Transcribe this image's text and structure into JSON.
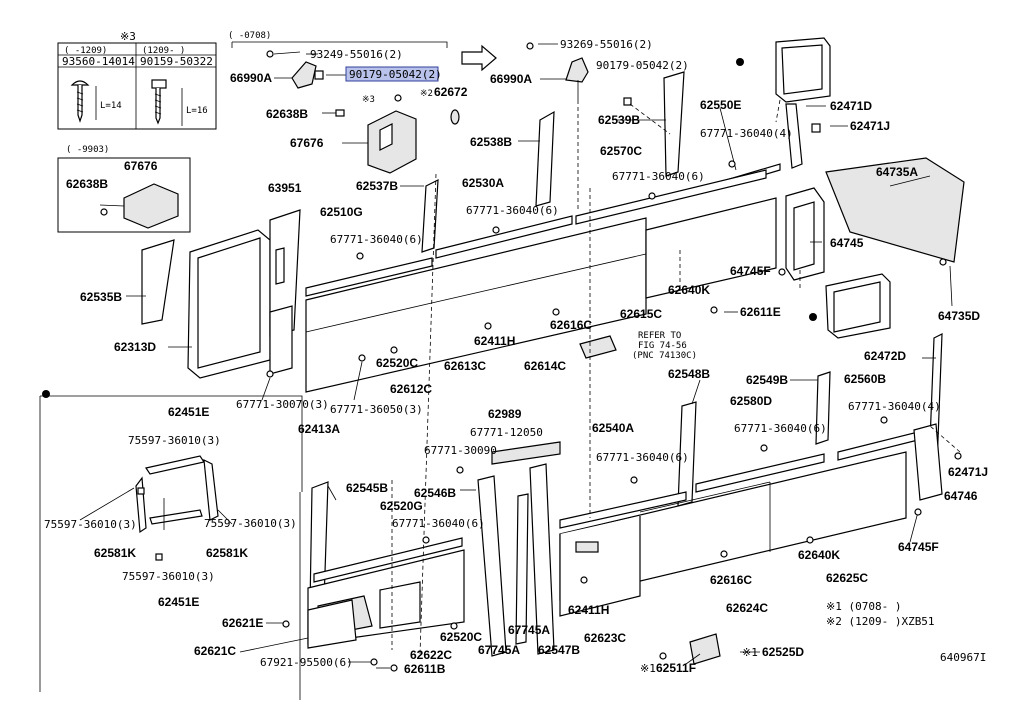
{
  "diagram": {
    "ref_id": "640967I",
    "notes": [
      "※1 (0708-      )",
      "※2 (1209-      )XZB51"
    ],
    "refer": [
      "REFER TO",
      "FIG 74-56",
      "(PNC 74130C)"
    ],
    "inset_top": {
      "star": "※3",
      "col1": "(      -1209)",
      "col2": "(1209-      )",
      "part1": "93560-14014",
      "part2": "90159-50322",
      "dim1": "L=14",
      "dim2": "L=16"
    },
    "inset_mid": {
      "range": "(      -9903)",
      "part": "67676",
      "clip": "62638B"
    },
    "range_0708": "(      -0708)",
    "star3": "※3",
    "star2_label": "※2",
    "labels": {
      "p93249": "93249-55016(2)",
      "p66990a_l": "66990A",
      "p90179_hl": "90179-05042(2)",
      "p62672": "62672",
      "p62638b": "62638B",
      "p67676": "67676",
      "p93269": "93269-55016(2)",
      "p66990a_r": "66990A",
      "p90179_r": "90179-05042(2)",
      "p62471d": "62471D",
      "p62471j_t": "62471J",
      "p62550e": "62550E",
      "p67771_4a": "67771-36040(4)",
      "p62539b": "62539B",
      "p62570c": "62570C",
      "p67771_6a": "67771-36040(6)",
      "p62538b": "62538B",
      "p64735a": "64735A",
      "p62537b": "62537B",
      "p62530a": "62530A",
      "p67771_6b": "67771-36040(6)",
      "p63951": "63951",
      "p62510g": "62510G",
      "p67771_6c": "67771-36040(6)",
      "p64745": "64745",
      "p64745f_t": "64745F",
      "p62535b": "62535B",
      "p62640k_t": "62640K",
      "p62615c": "62615C",
      "p62611e": "62611E",
      "p64735d": "64735D",
      "p62616c_t": "62616C",
      "p62411h_t": "62411H",
      "p62313d": "62313D",
      "p62520c_t": "62520C",
      "p62613c": "62613C",
      "p62614c": "62614C",
      "p62612c": "62612C",
      "p62472d": "62472D",
      "p62548b": "62548B",
      "p62549b": "62549B",
      "p62560b": "62560B",
      "p67771_30070": "67771-30070(3)",
      "p67771_36050": "67771-36050(3)",
      "p62413a": "62413A",
      "p62580d": "62580D",
      "p67771_4b": "67771-36040(4)",
      "p62451e_t": "62451E",
      "p62989": "62989",
      "p67771_12050": "67771-12050",
      "p67771_36010a": "75597-36010(3)",
      "p67771_30090": "67771-30090",
      "p62540a": "62540A",
      "p67771_6d": "67771-36040(6)",
      "p67771_6e": "67771-36040(6)",
      "p62471j_b": "62471J",
      "p62545b": "62545B",
      "p62546b": "62546B",
      "p62520g": "62520G",
      "p67771_6f": "67771-36040(6)",
      "p64746": "64746",
      "p75597_b": "75597-36010(3)",
      "p75597_c": "75597-36010(3)",
      "p62581k_l": "62581K",
      "p62581k_r": "62581K",
      "p75597_d": "75597-36010(3)",
      "p62451e_b": "62451E",
      "p64745f_b": "64745F",
      "p62640k_b": "62640K",
      "p62616c_b": "62616C",
      "p62625c": "62625C",
      "p62624c": "62624C",
      "p62411h_b": "62411H",
      "p62621e": "62621E",
      "p62520c_b": "62520C",
      "p67745a_r": "67745A",
      "p62623c": "62623C",
      "p62621c": "62621C",
      "p67921": "67921-95500(6)",
      "p62622c": "62622C",
      "p67745a_l": "67745A",
      "p62547b": "62547B",
      "p62611b": "62611B",
      "p62511f": "62511F",
      "p62525d": "62525D",
      "star1_a": "※1",
      "star1_b": "※1"
    }
  }
}
